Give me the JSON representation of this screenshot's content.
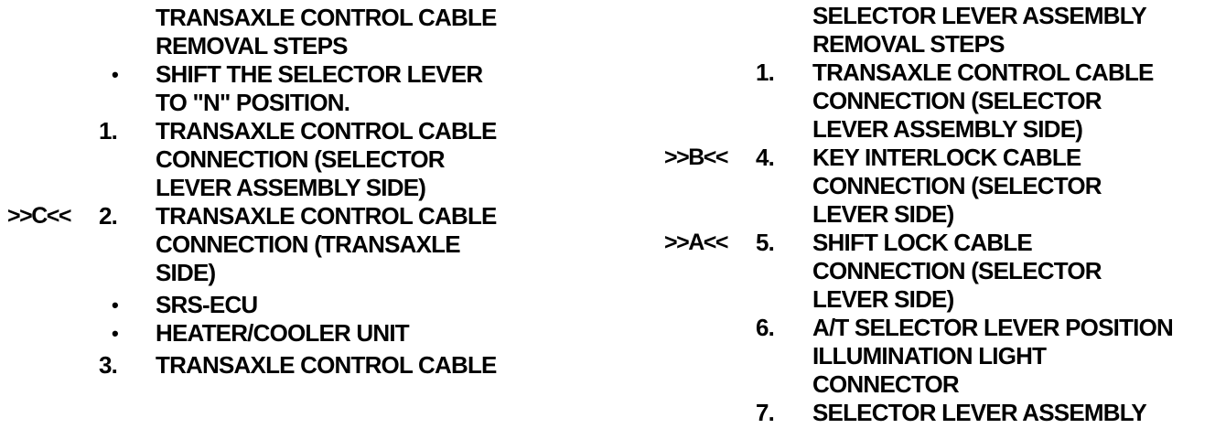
{
  "document": {
    "type": "service-manual-procedure-page",
    "text_color": "#000000",
    "background_color": "#ffffff"
  },
  "left": {
    "heading_lines": [
      "TRANSAXLE CONTROL CABLE",
      "REMOVAL STEPS"
    ],
    "items": [
      {
        "marker": "",
        "bullet": "•",
        "number": "",
        "lines": [
          "SHIFT THE SELECTOR LEVER",
          "TO \"N\" POSITION."
        ]
      },
      {
        "marker": "",
        "bullet": "",
        "number": "1.",
        "lines": [
          "TRANSAXLE CONTROL CABLE",
          "CONNECTION (SELECTOR",
          "LEVER ASSEMBLY SIDE)"
        ]
      },
      {
        "marker": ">>C<<",
        "bullet": "",
        "number": "2.",
        "lines": [
          "TRANSAXLE CONTROL CABLE",
          "CONNECTION (TRANSAXLE",
          "SIDE)"
        ]
      },
      {
        "marker": "",
        "bullet": "•",
        "number": "",
        "lines": [
          "SRS-ECU"
        ]
      },
      {
        "marker": "",
        "bullet": "•",
        "number": "",
        "lines": [
          "HEATER/COOLER UNIT"
        ]
      },
      {
        "marker": "",
        "bullet": "",
        "number": "3.",
        "lines": [
          "TRANSAXLE CONTROL CABLE"
        ]
      }
    ]
  },
  "right": {
    "heading_lines": [
      "SELECTOR LEVER ASSEMBLY",
      "REMOVAL STEPS"
    ],
    "items": [
      {
        "marker": "",
        "bullet": "",
        "number": "1.",
        "lines": [
          "TRANSAXLE CONTROL CABLE",
          "CONNECTION (SELECTOR",
          "LEVER ASSEMBLY SIDE)"
        ]
      },
      {
        "marker": ">>B<<",
        "bullet": "",
        "number": "4.",
        "lines": [
          "KEY INTERLOCK CABLE",
          "CONNECTION (SELECTOR",
          "LEVER SIDE)"
        ]
      },
      {
        "marker": ">>A<<",
        "bullet": "",
        "number": "5.",
        "lines": [
          "SHIFT LOCK CABLE",
          "CONNECTION (SELECTOR",
          "LEVER SIDE)"
        ]
      },
      {
        "marker": "",
        "bullet": "",
        "number": "6.",
        "lines": [
          "A/T SELECTOR LEVER POSITION",
          "ILLUMINATION LIGHT",
          "CONNECTOR"
        ]
      },
      {
        "marker": "",
        "bullet": "",
        "number": "7.",
        "lines": [
          "SELECTOR LEVER ASSEMBLY"
        ]
      }
    ]
  }
}
